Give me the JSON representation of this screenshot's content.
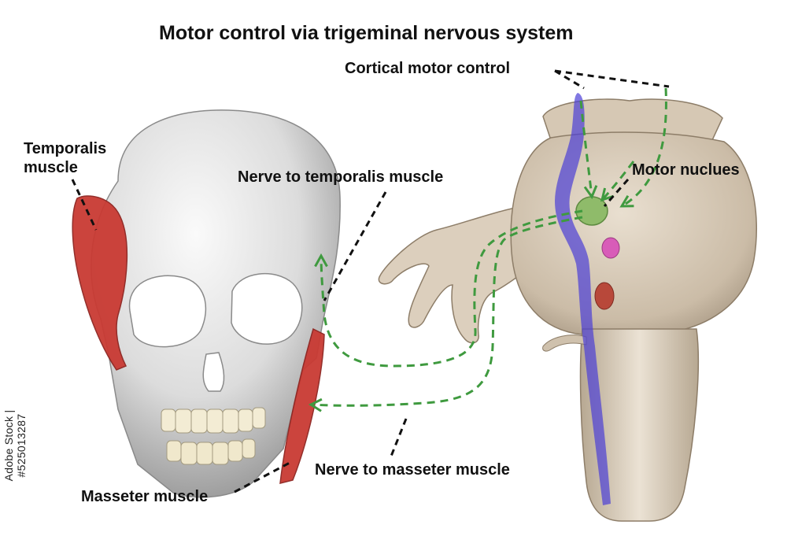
{
  "title": "Motor control via trigeminal nervous system",
  "labels": {
    "cortical": "Cortical motor control",
    "temporalis_line1": "Temporalis",
    "temporalis_line2": "muscle",
    "nerve_temporalis": "Nerve to temporalis muscle",
    "motor_nucleus": "Motor nuclues",
    "nerve_masseter": "Nerve to masseter muscle",
    "masseter": "Masseter muscle"
  },
  "watermark": "Adobe Stock | #525013287",
  "colors": {
    "bone": "#e4e4e4",
    "muscle": "#c93a33",
    "brainstem": "#d9ccba",
    "tract": "#4b3fd6",
    "nerve": "#3f9a3f",
    "nucleus_motor": "#8fbb6a",
    "nucleus_pink": "#d85cb8",
    "nucleus_red": "#b8483a"
  }
}
